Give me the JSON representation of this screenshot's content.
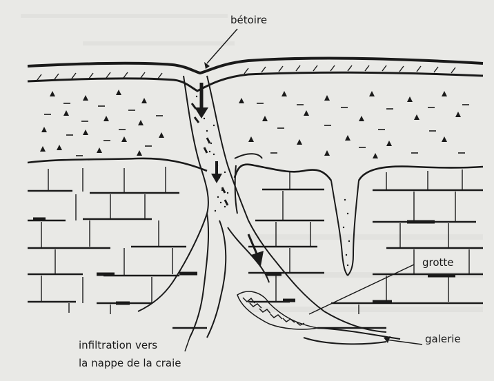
{
  "labels": {
    "betoire": "bétoire",
    "grotte": "grotte",
    "galerie": "galerie",
    "infiltration_line1": "infiltration vers",
    "infiltration_line2": "la nappe de la craie"
  },
  "colors": {
    "paper": "#e9e9e6",
    "ink": "#1a1a1a",
    "bleed_through": "#cfcfcb"
  }
}
